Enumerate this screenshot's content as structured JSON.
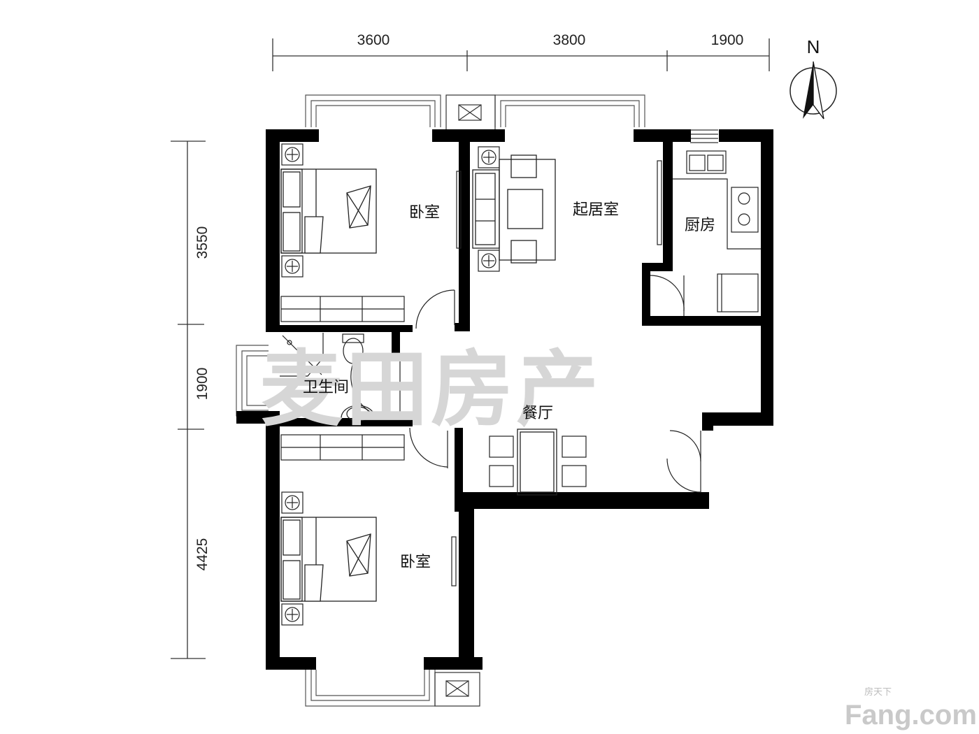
{
  "dimensions": {
    "top": [
      "3600",
      "3800",
      "1900"
    ],
    "left": [
      "3550",
      "1900",
      "4425"
    ]
  },
  "compass": {
    "north_label": "N"
  },
  "rooms": {
    "bedroom_top": "卧室",
    "living_room": "起居室",
    "kitchen": "厨房",
    "bathroom": "卫生间",
    "dining": "餐厅",
    "bedroom_bottom": "卧室"
  },
  "watermark": {
    "text": "麦田房产"
  },
  "logo": {
    "small": "房天下",
    "big": "Fang.com"
  }
}
